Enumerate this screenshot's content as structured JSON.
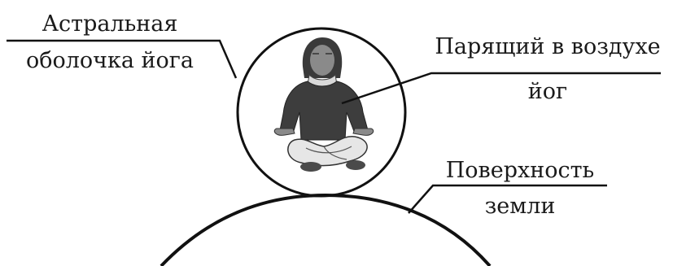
{
  "labels": {
    "astral_line1": "Астральная",
    "astral_line2": "оболочка йога",
    "yogi_line1": "Парящий в воздухе",
    "yogi_line2": "йог",
    "earth_line1": "Поверхность",
    "earth_line2": "земли"
  },
  "colors": {
    "ink": "#1a1a1a",
    "figure_dark": "#3a3a3a",
    "figure_mid": "#5a5a5a",
    "figure_light": "#d9d9d9",
    "skin": "#8a8a8a"
  }
}
